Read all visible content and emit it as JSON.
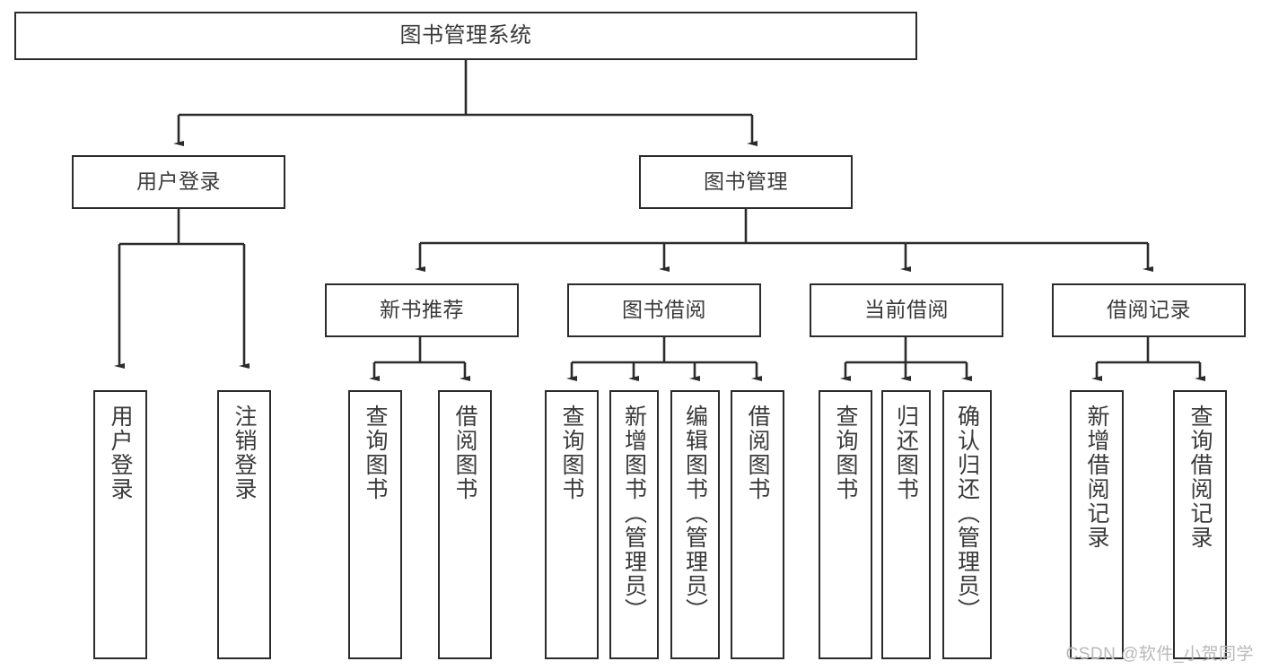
{
  "diagram": {
    "title": "图书管理系统",
    "type": "tree-hierarchy",
    "watermark": "CSDN @软件_小贺同学",
    "colors": {
      "box_border": "#2b2b2b",
      "box_fill": "#ffffff",
      "connector": "#2b2b2b",
      "text": "#3a3a3a",
      "background": "#ffffff",
      "watermark": "#b9b9b9"
    },
    "nodes": {
      "root": {
        "label": "图书管理系统",
        "level": 0
      },
      "level1": [
        {
          "id": "user-login",
          "label": "用户登录"
        },
        {
          "id": "book-management",
          "label": "图书管理"
        }
      ],
      "level2": [
        {
          "id": "new-book-recommend",
          "label": "新书推荐",
          "parent": "book-management"
        },
        {
          "id": "book-borrow",
          "label": "图书借阅",
          "parent": "book-management"
        },
        {
          "id": "current-borrow",
          "label": "当前借阅",
          "parent": "book-management"
        },
        {
          "id": "borrow-record",
          "label": "借阅记录",
          "parent": "book-management"
        }
      ],
      "leaves": [
        {
          "id": "leaf-user-login",
          "label": "用户登录",
          "parent": "user-login"
        },
        {
          "id": "leaf-logout",
          "label": "注销登录",
          "parent": "user-login"
        },
        {
          "id": "leaf-query-book-1",
          "label": "查询图书",
          "parent": "new-book-recommend"
        },
        {
          "id": "leaf-borrow-book-1",
          "label": "借阅图书",
          "parent": "new-book-recommend"
        },
        {
          "id": "leaf-query-book-2",
          "label": "查询图书",
          "parent": "book-borrow"
        },
        {
          "id": "leaf-add-book",
          "label": "新增图书（管理员）",
          "parent": "book-borrow"
        },
        {
          "id": "leaf-edit-book",
          "label": "编辑图书（管理员）",
          "parent": "book-borrow"
        },
        {
          "id": "leaf-borrow-book-2",
          "label": "借阅图书",
          "parent": "book-borrow"
        },
        {
          "id": "leaf-query-book-3",
          "label": "查询图书",
          "parent": "current-borrow"
        },
        {
          "id": "leaf-return-book",
          "label": "归还图书",
          "parent": "current-borrow"
        },
        {
          "id": "leaf-confirm-return",
          "label": "确认归还（管理员）",
          "parent": "current-borrow"
        },
        {
          "id": "leaf-add-record",
          "label": "新增借阅记录",
          "parent": "borrow-record"
        },
        {
          "id": "leaf-query-record",
          "label": "查询借阅记录",
          "parent": "borrow-record"
        }
      ]
    }
  }
}
